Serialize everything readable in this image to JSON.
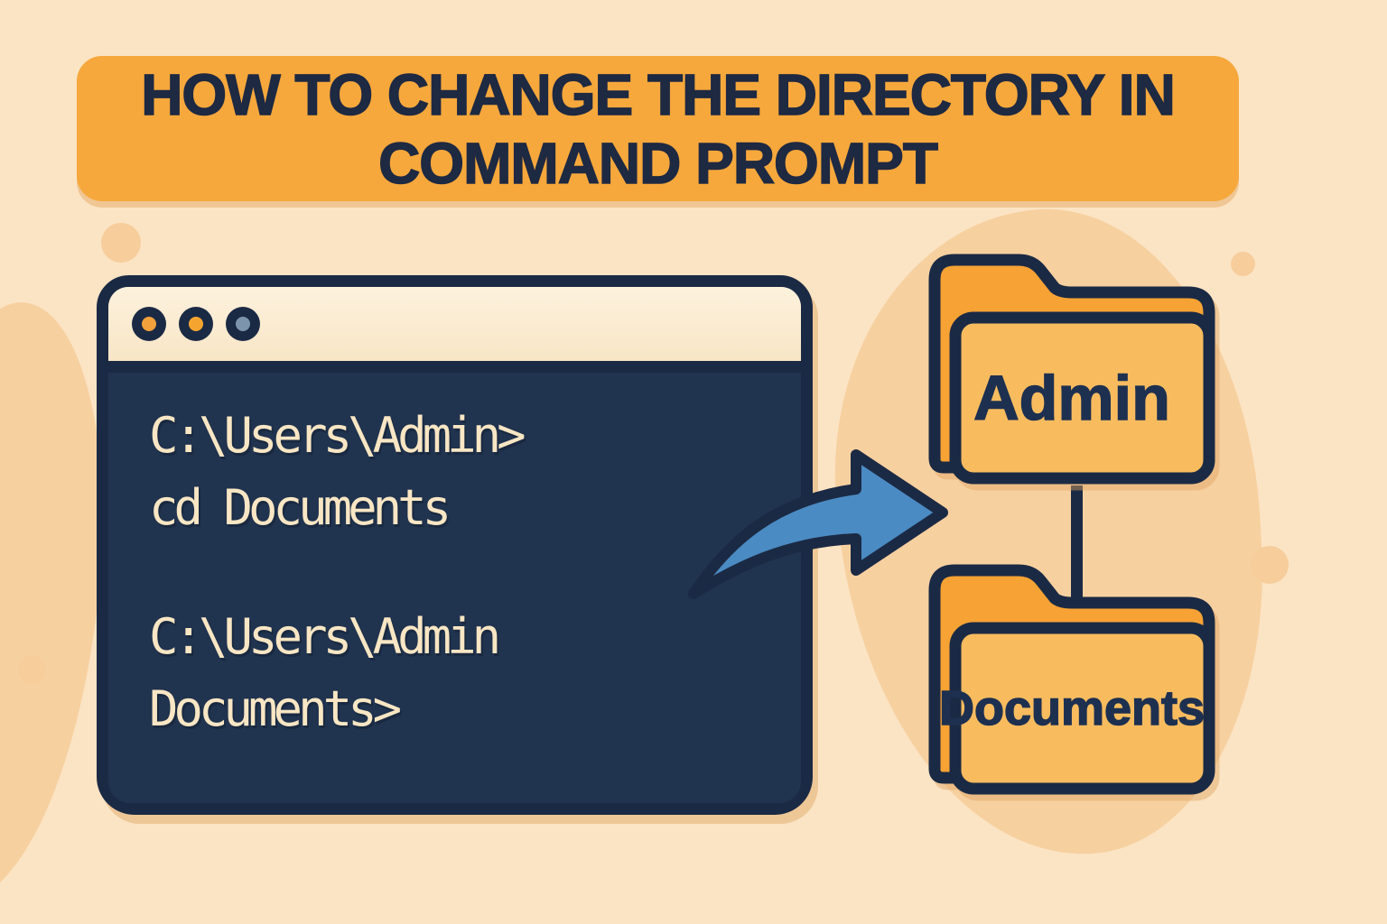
{
  "title_banner": {
    "line1": "HOW TO CHANGE THE DIRECTORY IN",
    "line2": "COMMAND PROMPT"
  },
  "terminal": {
    "window_dots": [
      {
        "name": "orange-dot-1",
        "color": "#F2A13B"
      },
      {
        "name": "orange-dot-2",
        "color": "#F5A52F"
      },
      {
        "name": "slate-dot-3",
        "color": "#7C95AD"
      }
    ],
    "block1": [
      "C:\\Users\\Admin>",
      "cd Documents"
    ],
    "block2": [
      "C:\\Users\\Admin",
      "Documents>"
    ]
  },
  "folders": [
    {
      "label": "Admin"
    },
    {
      "label": "Documents"
    }
  ],
  "colors": {
    "background": "#FBE4C4",
    "background_blob": "#F7D0A0",
    "banner_orange": "#F6A83C",
    "navy_outline": "#1B2A44",
    "terminal_body_navy": "#20334F",
    "titlebar_cream": "#F9E7CB",
    "terminal_text_cream": "#F8E6C4",
    "arrow_blue": "#4B8BC3",
    "folder_back_orange": "#F7A234",
    "folder_front_orange": "#F8BC5F",
    "label_navy": "#1E3050"
  }
}
